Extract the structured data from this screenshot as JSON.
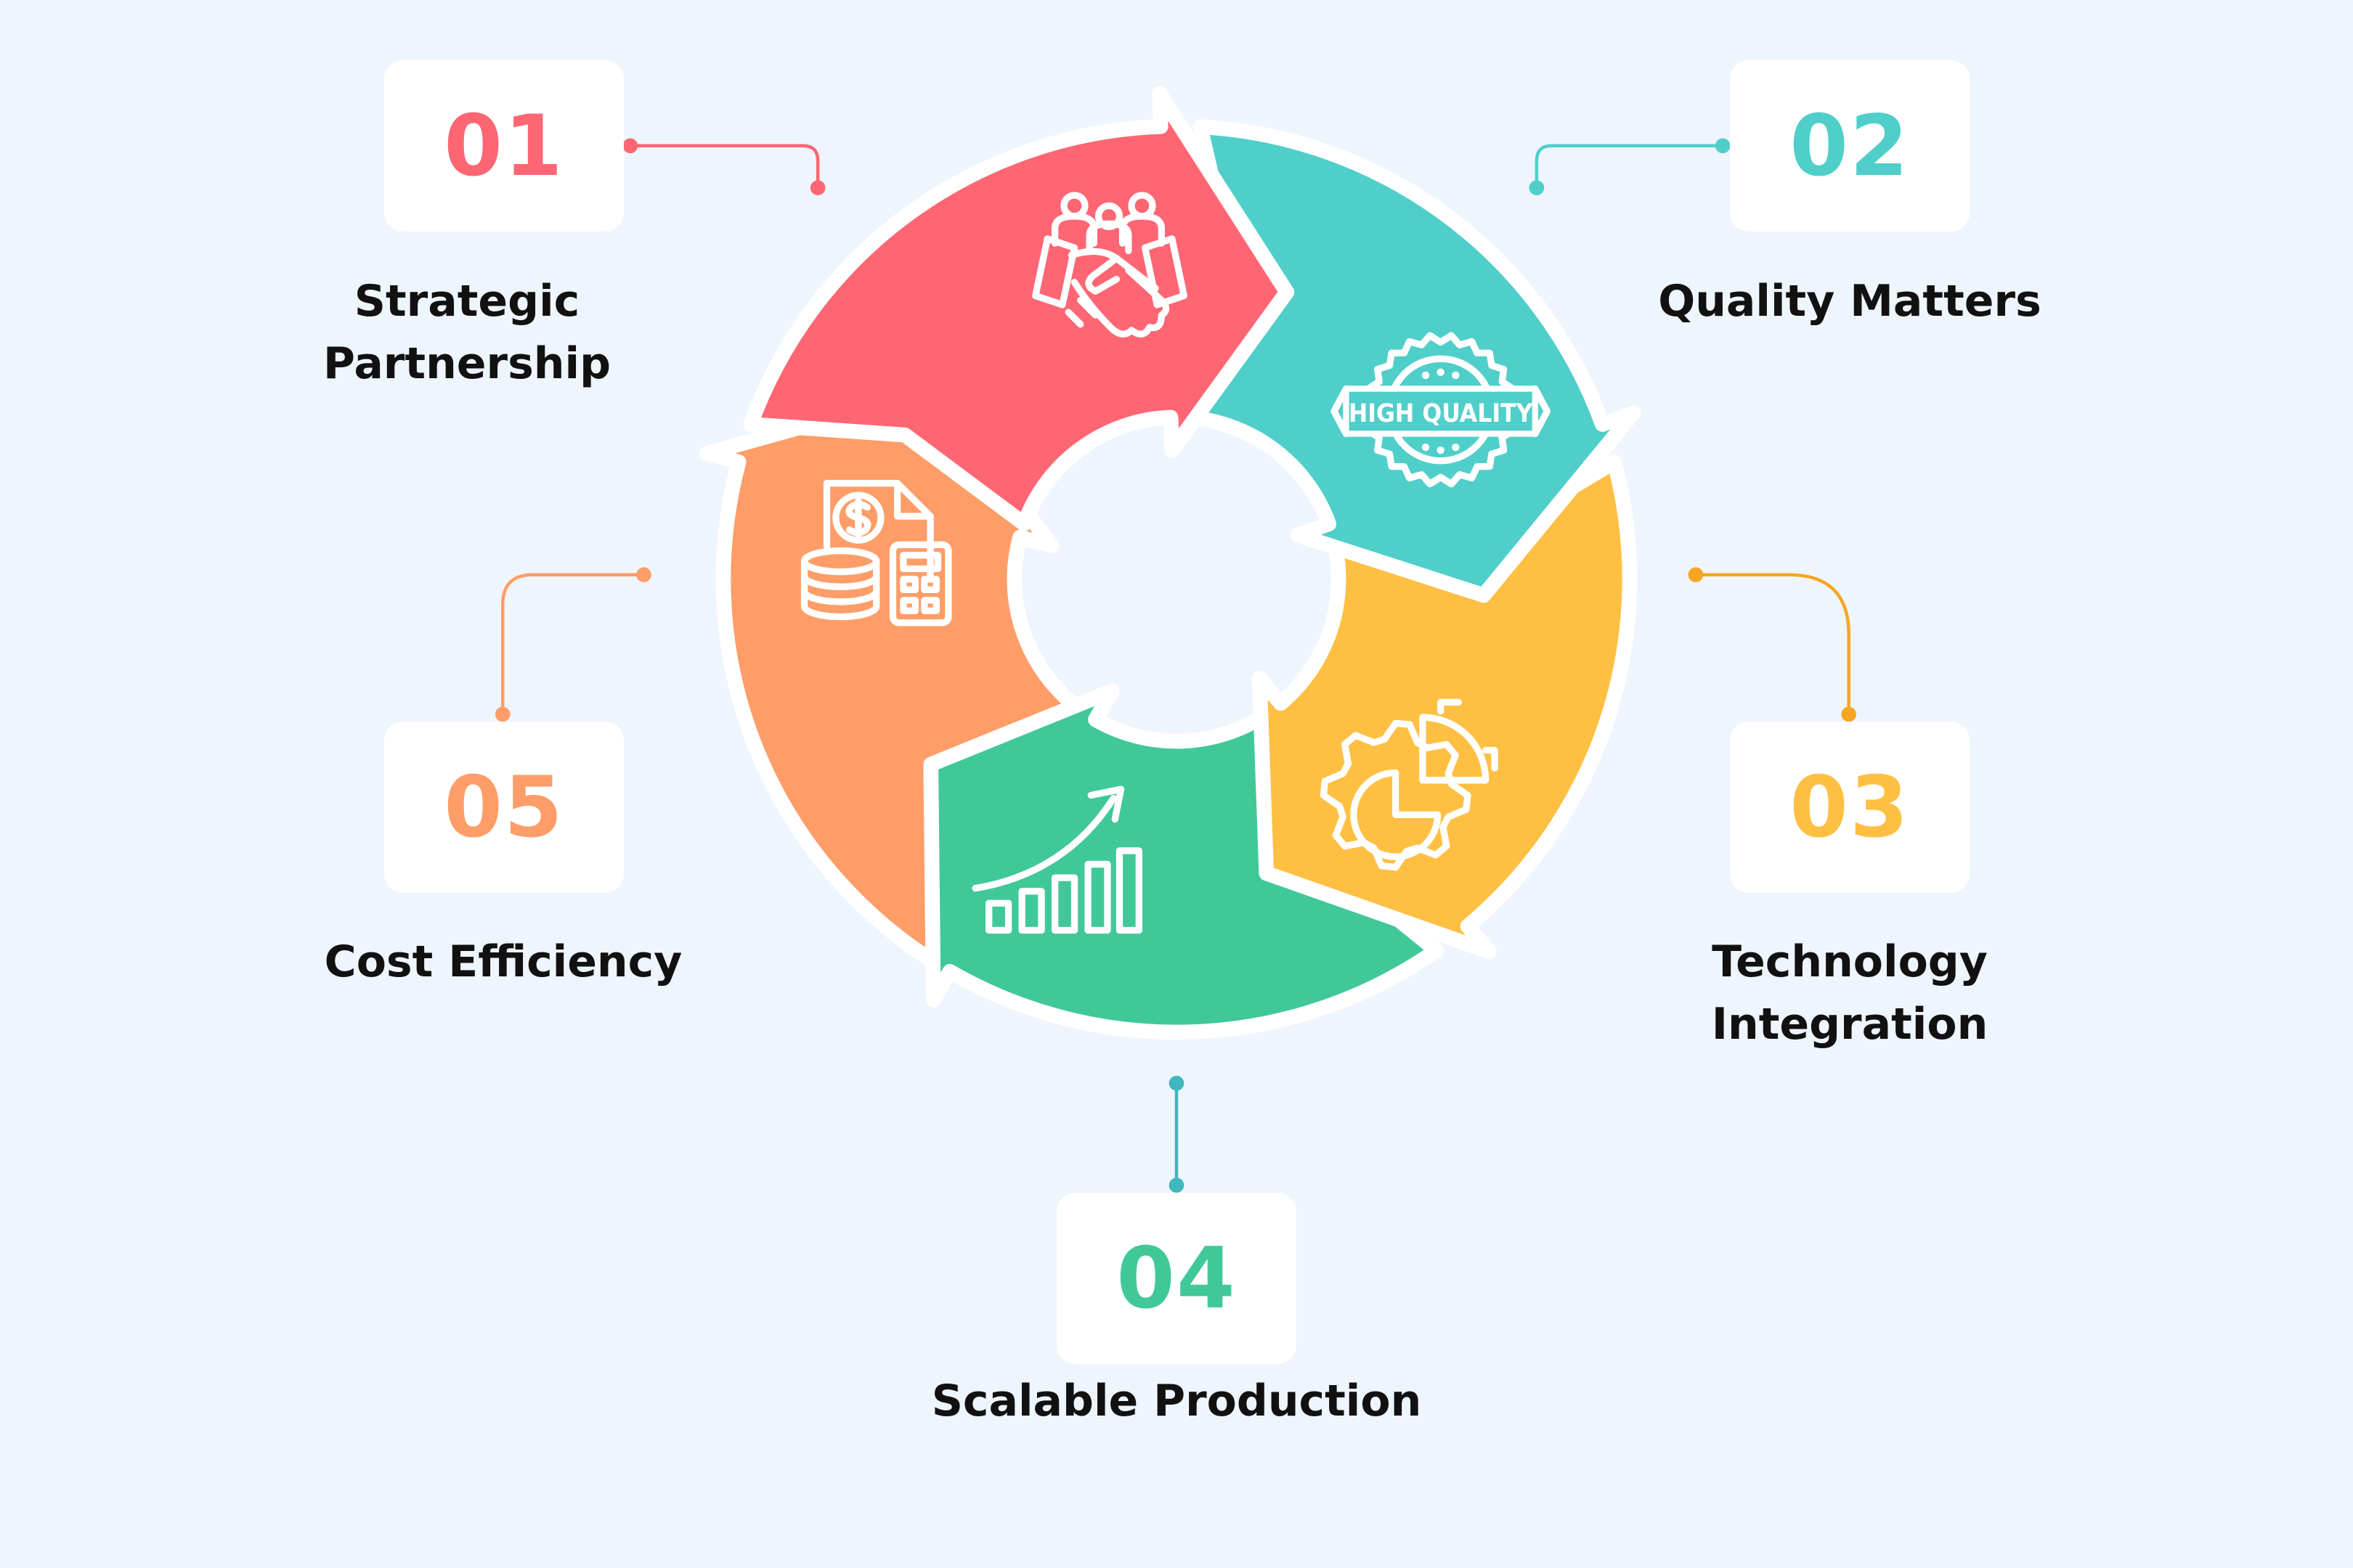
{
  "colors": {
    "background": "#eff5fd",
    "step1": "#fe6674",
    "step2": "#50cfca",
    "step3": "#ffbf43",
    "step4": "#41c899",
    "step5": "#fe9d67",
    "connector3": "#f6a623"
  },
  "steps": [
    {
      "number": "01",
      "title_lines": [
        "Strategic",
        "Partnership"
      ],
      "icon": "handshake-team-icon"
    },
    {
      "number": "02",
      "title_lines": [
        "Quality Matters"
      ],
      "icon": "high-quality-badge-icon",
      "badge_text": "HIGH QUALITY"
    },
    {
      "number": "03",
      "title_lines": [
        "Technology",
        "Integration"
      ],
      "icon": "gears-chart-icon"
    },
    {
      "number": "04",
      "title_lines": [
        "Scalable Production"
      ],
      "icon": "growth-chart-icon"
    },
    {
      "number": "05",
      "title_lines": [
        "Cost Efficiency"
      ],
      "icon": "finance-calculator-icon"
    }
  ]
}
